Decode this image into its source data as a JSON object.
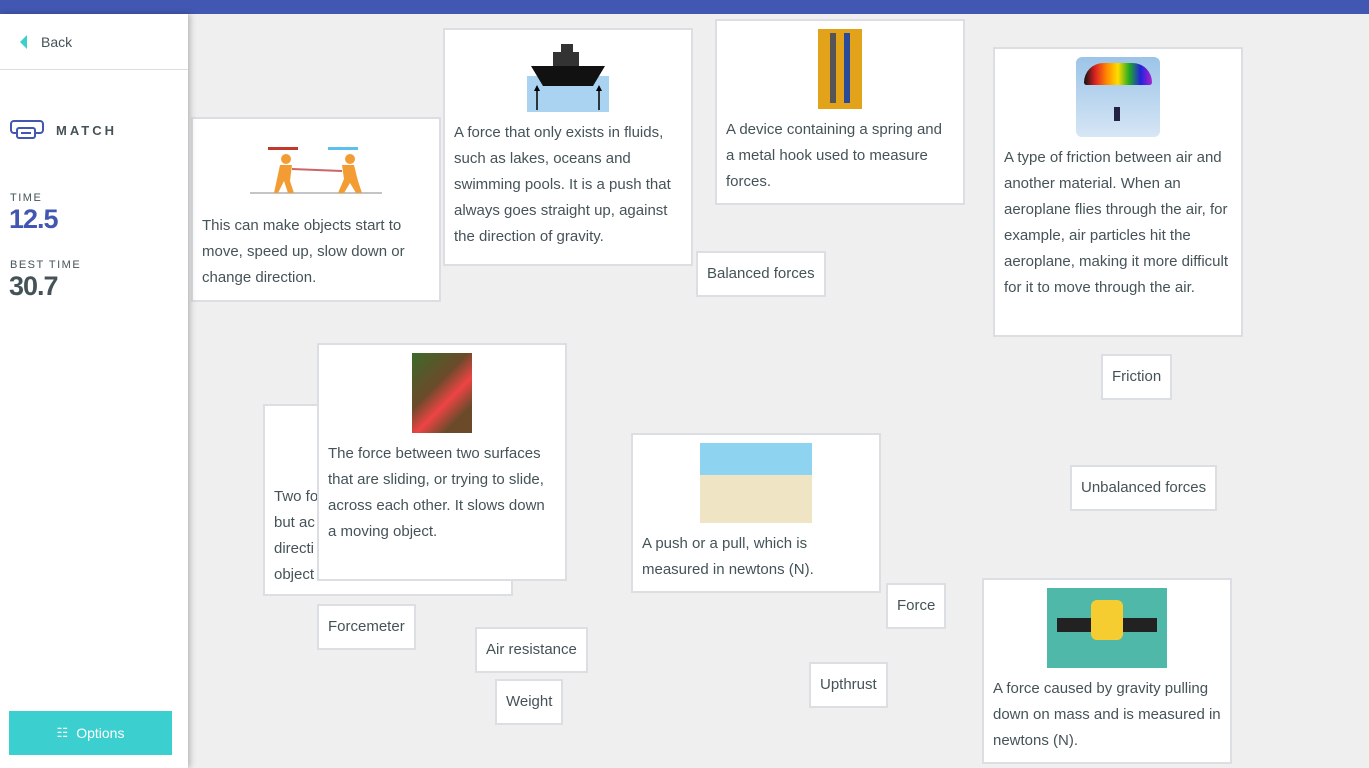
{
  "sidebar": {
    "back_label": "Back",
    "mode_label": "MATCH",
    "time_label": "TIME",
    "time_value": "12.5",
    "best_label": "BEST TIME",
    "best_value": "30.7",
    "options_label": "Options"
  },
  "colors": {
    "brand": "#4257b2",
    "accent": "#3ccfcf"
  },
  "cards": {
    "tug": "This can make objects start to move, speed up, slow down or change direction.",
    "forcemeter": "A device containing a spring and a metal hook used to measure forces.",
    "air": "A type of friction between air and another material. When an aeroplane flies through the air, for example, air particles hit the aeroplane, making it more difficult for it to move through the air.",
    "upthrust": "A force that only exists in fluids, such as lakes, oceans and swimming pools. It is a push that always goes straight up, against the direction of gravity.",
    "balanced_lines": [
      "Two fo",
      "but ac",
      "directi",
      "object"
    ],
    "friction": "The force between two surfaces that are sliding, or trying to slide, across each other. It slows down a moving object.",
    "force": "A push or a pull, which is measured in newtons (N).",
    "weight": "A force caused by gravity pulling down on mass and is measured in newtons (N)."
  },
  "terms": {
    "balanced": "Balanced forces",
    "friction": "Friction",
    "unbalanced": "Unbalanced forces",
    "force": "Force",
    "forcemeter": "Forcemeter",
    "air": "Air resistance",
    "weight": "Weight",
    "upthrust": "Upthrust"
  }
}
